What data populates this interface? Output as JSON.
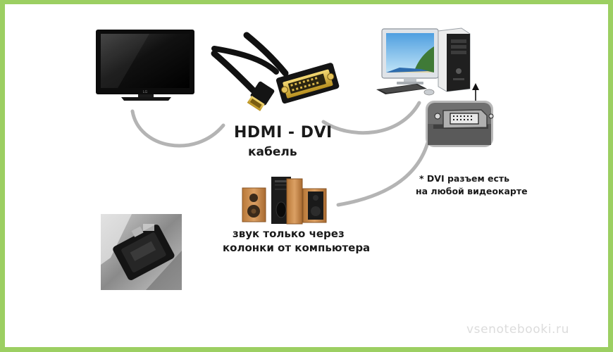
{
  "cable": {
    "title": "HDMI - DVI",
    "subtitle": "кабель"
  },
  "dvi_note": {
    "line1": "* DVI разъем есть",
    "line2": "на любой видеокарте"
  },
  "sound_note": {
    "line1": "звук только через",
    "line2": "колонки от компьютера"
  },
  "watermark": "vsenotebooki.ru",
  "tv_brand": "LG",
  "colors": {
    "frame": "#9ccf62",
    "background": "#ffffff",
    "connector_line": "#b4b4b4",
    "cable": "#111111",
    "plug_gold": "#d8b23a",
    "speaker_wood": "#c98a4a"
  }
}
